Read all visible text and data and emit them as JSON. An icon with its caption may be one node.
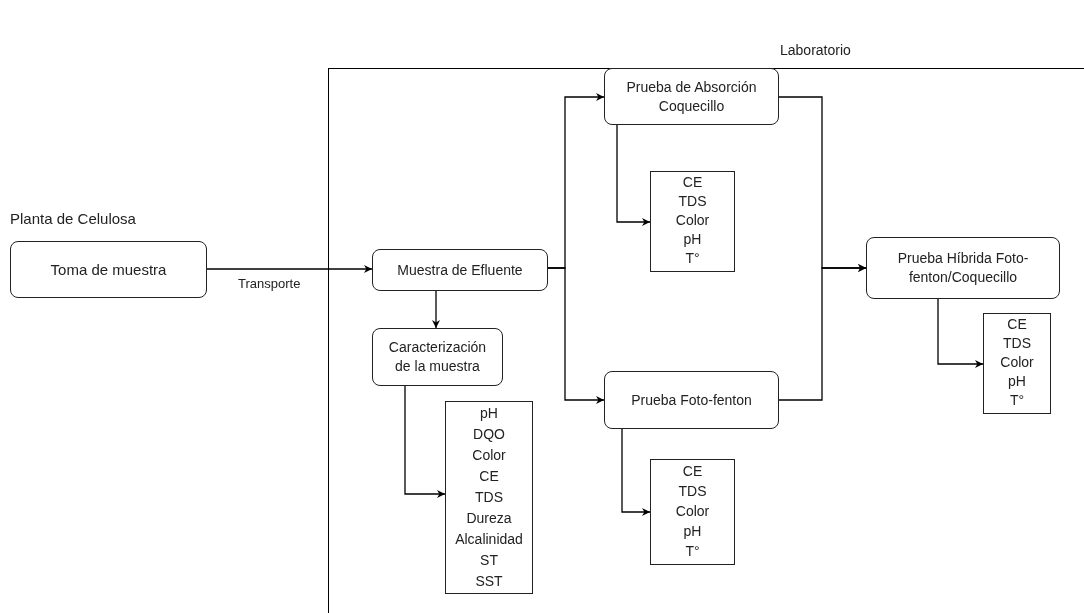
{
  "diagram": {
    "nodes": [
      {
        "text": [
          "Laboratorio"
        ]
      },
      {
        "text": [
          "Planta de Celulosa",
          "Toma de muestra"
        ]
      },
      {
        "text": [
          "Muestra de Efluente"
        ],
        "in": 0
      },
      {
        "text": [
          "Caracterización de la muestra"
        ],
        "in": 0
      },
      {
        "text": [
          "pH",
          "DQO",
          "Color",
          "CE",
          "TDS",
          "Dureza",
          "Alcalinidad",
          "ST",
          "SST"
        ],
        "in": 0
      },
      {
        "text": [
          "Prueba de Absorción Coquecillo"
        ],
        "in": 0
      },
      {
        "text": [
          "CE",
          "TDS",
          "Color",
          "pH",
          "T°"
        ],
        "in": 0
      },
      {
        "text": [
          "Prueba Foto-fenton"
        ],
        "in": 0
      },
      {
        "text": [
          "CE",
          "TDS",
          "Color",
          "pH",
          "T°"
        ],
        "in": 0
      },
      {
        "text": [
          "Prueba Híbrida Foto-fenton/Coquecillo"
        ],
        "in": 0
      },
      {
        "text": [
          "CE",
          "TDS",
          "Color",
          "pH",
          "T°"
        ],
        "in": 0
      }
    ],
    "edges": [
      {
        "from": 1,
        "to": 2,
        "arrow": "to",
        "label": "Transporte"
      },
      {
        "from": 2,
        "to": 3,
        "arrow": "to"
      },
      {
        "from": 3,
        "to": 4,
        "arrow": "to"
      },
      {
        "from": 2,
        "to": 5,
        "arrow": "to"
      },
      {
        "from": 2,
        "to": 7,
        "arrow": "to"
      },
      {
        "from": 5,
        "to": 6,
        "arrow": "to"
      },
      {
        "from": 7,
        "to": 8,
        "arrow": "to"
      },
      {
        "from": 5,
        "to": 9,
        "arrow": "to"
      },
      {
        "from": 7,
        "to": 9,
        "arrow": "to"
      },
      {
        "from": 9,
        "to": 10,
        "arrow": "to"
      }
    ]
  }
}
